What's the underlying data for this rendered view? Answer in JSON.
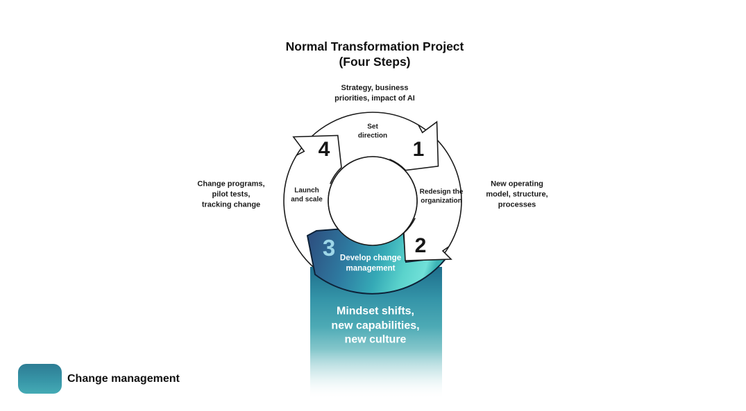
{
  "title": "Normal Transformation Project\n(Four Steps)",
  "cycle": {
    "direction": "clockwise",
    "steps": [
      {
        "number": "1",
        "label": "Set\ndirection",
        "highlighted": false
      },
      {
        "number": "2",
        "label": "Redesign the\norganization",
        "highlighted": false
      },
      {
        "number": "3",
        "label": "Develop change\nmanagement",
        "highlighted": true
      },
      {
        "number": "4",
        "label": "Launch\nand scale",
        "highlighted": false
      }
    ]
  },
  "annotations": {
    "top": "Strategy, business\npriorities, impact of AI",
    "right": "New operating\nmodel, structure,\nprocesses",
    "bottom": "Mindset shifts,\nnew capabilities,\nnew culture",
    "left": "Change programs,\npilot tests,\ntracking change"
  },
  "legend": {
    "label": "Change management"
  },
  "colors": {
    "highlight_dark_blue": "#2d5181",
    "highlight_teal": "#35a9b6",
    "highlight_bright_cyan": "#5bd3cc",
    "band_top": "#1e6e8c",
    "step3_number": "#9ed7e8",
    "outline": "#1b1b1b",
    "highlight_outline": "#0e2238",
    "legend_swatch_top": "#2d7c94",
    "legend_swatch_bottom": "#45abb5"
  }
}
